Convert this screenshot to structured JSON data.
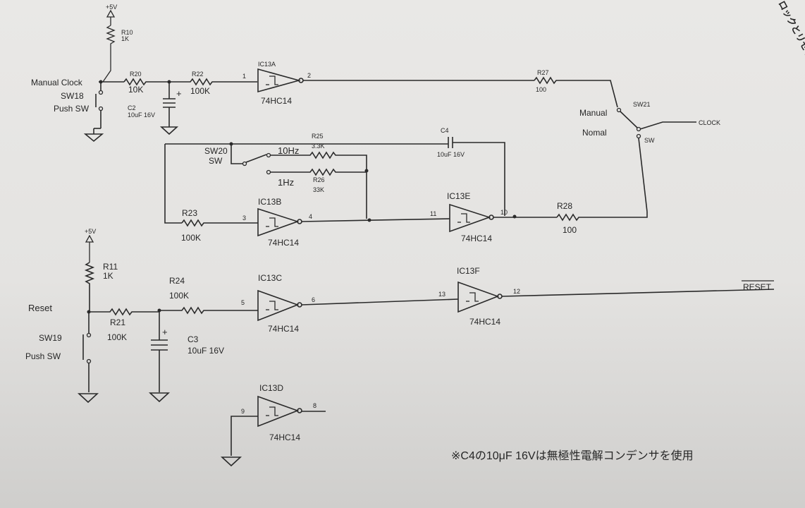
{
  "header": {
    "title": "ロックとリセット回路"
  },
  "footnote": "※C4の10μF 16Vは無極性電解コンデンサを使用",
  "power": {
    "vcc_top": "+5V",
    "vcc_reset": "+5V"
  },
  "labels": {
    "manual_clock": "Manual Clock",
    "reset": "Reset",
    "manual": "Manual",
    "normal": "Nomal",
    "clock_out": "CLOCK",
    "reset_out": "RESET",
    "freq_10hz": "10Hz",
    "freq_1hz": "1Hz"
  },
  "switches": {
    "sw18": {
      "ref": "SW18",
      "type": "Push SW"
    },
    "sw19": {
      "ref": "SW19",
      "type": "Push SW"
    },
    "sw20": {
      "ref": "SW20",
      "type": "SW"
    },
    "sw21": {
      "ref": "SW21",
      "type": "SW"
    }
  },
  "resistors": {
    "r10": {
      "ref": "R10",
      "value": "1K"
    },
    "r11": {
      "ref": "R11",
      "value": "1K"
    },
    "r20": {
      "ref": "R20",
      "value": "10K"
    },
    "r21": {
      "ref": "R21",
      "value": "100K"
    },
    "r22": {
      "ref": "R22",
      "value": "100K"
    },
    "r23": {
      "ref": "R23",
      "value": "100K"
    },
    "r24": {
      "ref": "R24",
      "value": "100K"
    },
    "r25": {
      "ref": "R25",
      "value": "3.3K"
    },
    "r26": {
      "ref": "R26",
      "value": "33K"
    },
    "r27": {
      "ref": "R27",
      "value": "100"
    },
    "r28": {
      "ref": "R28",
      "value": "100"
    }
  },
  "capacitors": {
    "c2": {
      "ref": "C2",
      "value": "10uF 16V"
    },
    "c3": {
      "ref": "C3",
      "value": "10uF 16V"
    },
    "c4": {
      "ref": "C4",
      "value": "10uF 16V"
    }
  },
  "gates": {
    "ic13a": {
      "ref": "IC13A",
      "part": "74HC14",
      "pin_in": "1",
      "pin_out": "2"
    },
    "ic13b": {
      "ref": "IC13B",
      "part": "74HC14",
      "pin_in": "3",
      "pin_out": "4"
    },
    "ic13c": {
      "ref": "IC13C",
      "part": "74HC14",
      "pin_in": "5",
      "pin_out": "6"
    },
    "ic13d": {
      "ref": "IC13D",
      "part": "74HC14",
      "pin_in": "9",
      "pin_out": "8"
    },
    "ic13e": {
      "ref": "IC13E",
      "part": "74HC14",
      "pin_in": "11",
      "pin_out": "10"
    },
    "ic13f": {
      "ref": "IC13F",
      "part": "74HC14",
      "pin_in": "13",
      "pin_out": "12"
    }
  }
}
